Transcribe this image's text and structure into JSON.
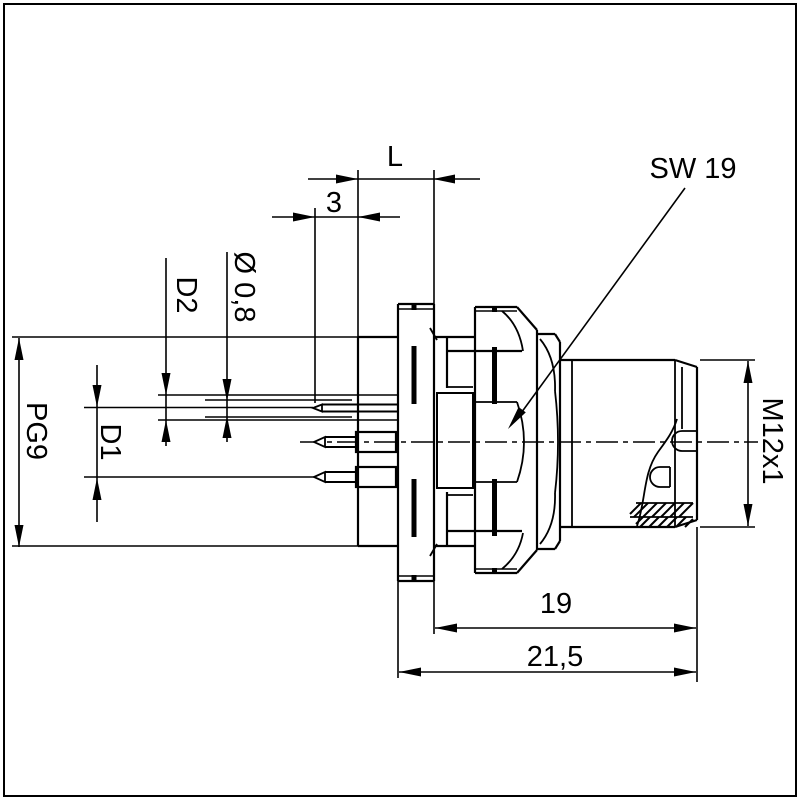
{
  "drawing": {
    "title": "M12 panel connector dimensional drawing",
    "labels": {
      "length_l": "L",
      "pin_protrusion": "3",
      "wrench_size": "SW 19",
      "rear_thread": "PG9",
      "pitch_circle": "D1",
      "sleeve_dia": "D2",
      "pin_dia": "Ø 0,8",
      "front_thread": "M12x1",
      "thread_length": "19",
      "total_length": "21,5"
    },
    "colors": {
      "line": "#000000",
      "background": "#ffffff"
    }
  }
}
